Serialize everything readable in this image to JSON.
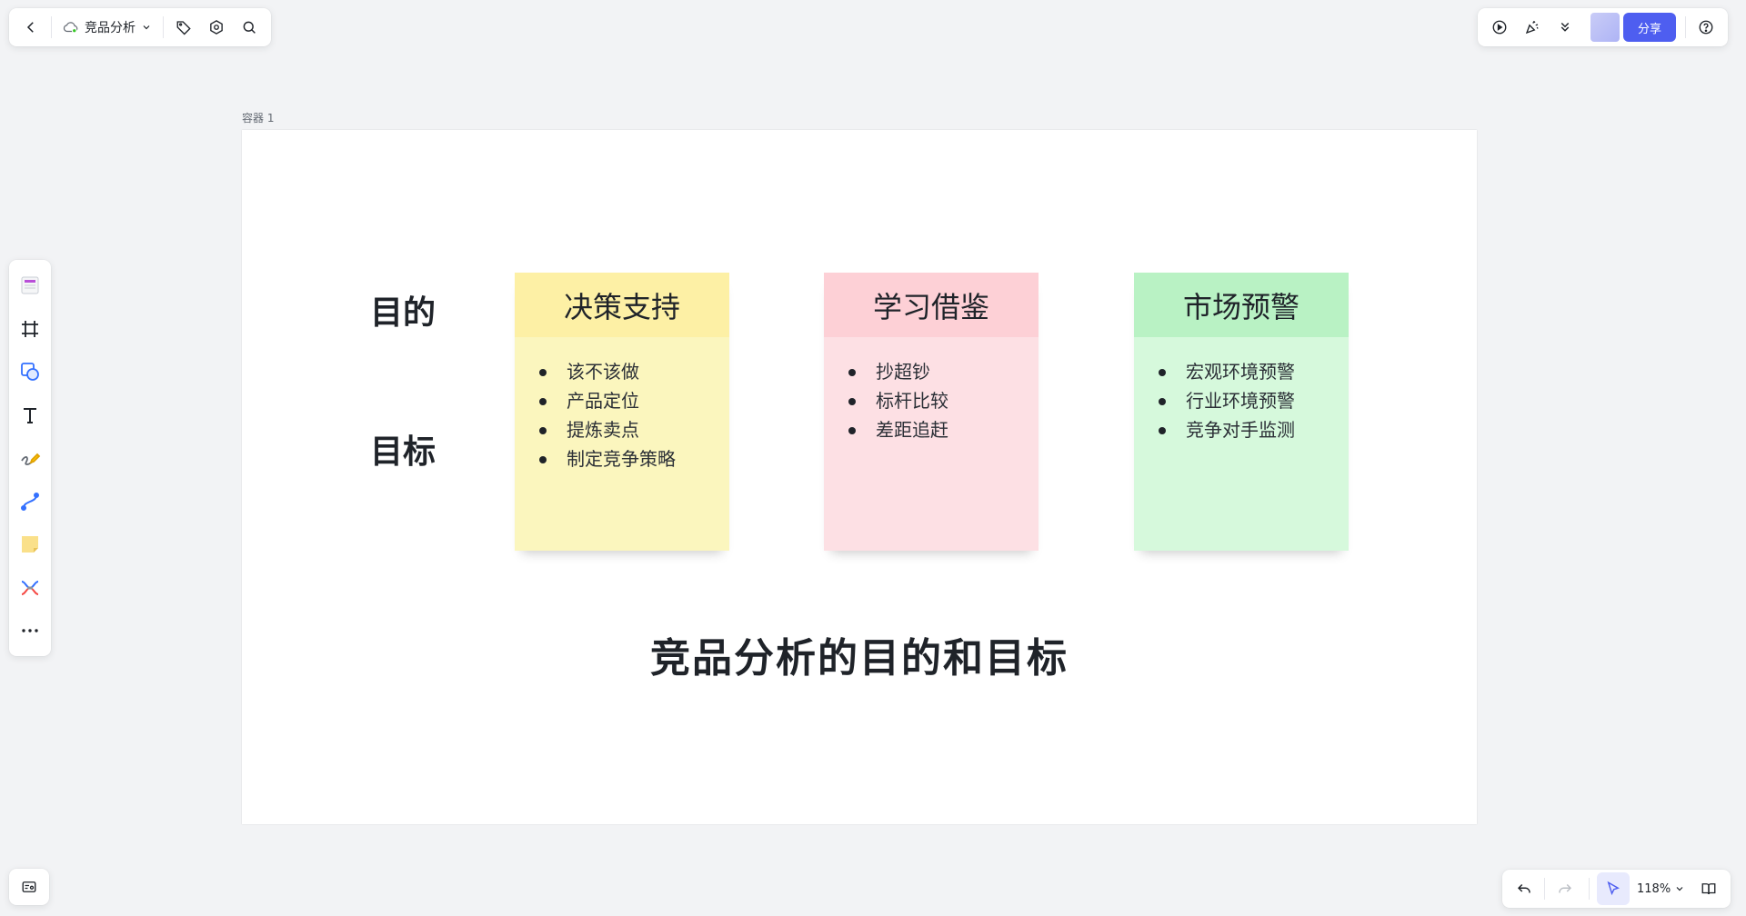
{
  "topbar": {
    "doc_title": "竞品分析",
    "share_label": "分享"
  },
  "canvas": {
    "container_label": "容器 1",
    "row_labels": [
      "目的",
      "目标"
    ],
    "cards": [
      {
        "title": "决策支持",
        "items": [
          "该不该做",
          "产品定位",
          "提炼卖点",
          "制定竞争策略"
        ],
        "head_color": "#fdf0a5",
        "body_color": "#fbf6be"
      },
      {
        "title": "学习借鉴",
        "items": [
          "抄超钞",
          "标杆比较",
          "差距追赶"
        ],
        "head_color": "#fdd0d6",
        "body_color": "#fde0e4"
      },
      {
        "title": "市场预警",
        "items": [
          "宏观环境预警",
          "行业环境预警",
          "竞争对手监测"
        ],
        "head_color": "#b9f2c4",
        "body_color": "#d6f9dc"
      }
    ],
    "main_title": "竞品分析的目的和目标"
  },
  "bottombar": {
    "zoom": "118%"
  },
  "colors": {
    "accent": "#4e5ef0",
    "background": "#f2f3f5"
  }
}
